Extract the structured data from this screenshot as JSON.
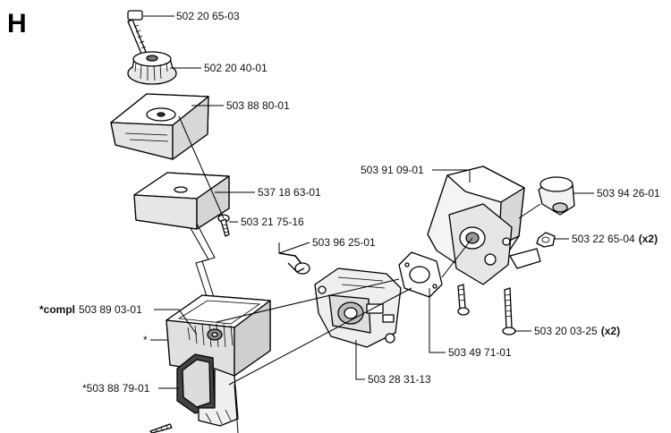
{
  "section_letter": "H",
  "labels": {
    "bolt_top": "502 20 65-03",
    "knob": "502 20 40-01",
    "filter_cover": "503 88 80-01",
    "filter": "537 18 63-01",
    "screw_small": "503 21 75-16",
    "link_rod": "503 96 25-01",
    "compl_prefix": "*compl",
    "compl_number": "503 89 03-01",
    "star_marker": "*",
    "handle_part": "*503 88 79-01",
    "carburetor": "503 28 31-13",
    "gasket": "503 49 71-01",
    "intake_manifold": "503 91 09-01",
    "choke_lever": "503 94 26-01",
    "nut": "503 22 65-04",
    "nut_qty": "(x2)",
    "screw_long": "503 20 03-25",
    "screw_qty": "(x2)"
  }
}
